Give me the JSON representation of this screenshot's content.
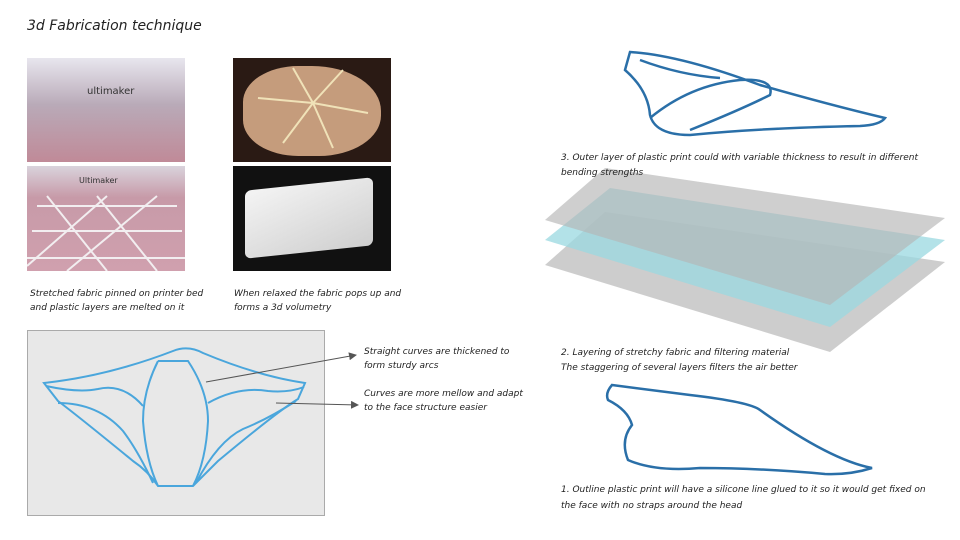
{
  "title": "3d Fabrication technique",
  "captions": {
    "printer_line1": "Stretched fabric pinned on printer bed",
    "printer_line2": "and plastic layers are melted on it",
    "relaxed_line1": "When relaxed the fabric pops up and",
    "relaxed_line2": "forms a 3d volumetry"
  },
  "photo_labels": {
    "printer_top": "ultimaker",
    "printer_bottom": "Ultimaker"
  },
  "annotations": {
    "straight_line1": "Straight curves are thickened to",
    "straight_line2": "form sturdy arcs",
    "mellow_line1": "Curves are more mellow and adapt",
    "mellow_line2": "to the face structure easier"
  },
  "steps": {
    "step3_line1": "3. Outer layer of plastic print could with variable thickness  to result in different",
    "step3_line2": "bending strengths",
    "step2_line1": "2. Layering of stretchy fabric and filtering material",
    "step2_line2": "The staggering of several layers filters the air better",
    "step1_line1": "1. Outline plastic print will have a silicone line glued to it so it would get fixed on",
    "step1_line2": "the face with no straps around the head"
  },
  "colors": {
    "line": "#3a9ad6",
    "outline": "#2a6fa8",
    "filter": "#9ad8e0"
  }
}
